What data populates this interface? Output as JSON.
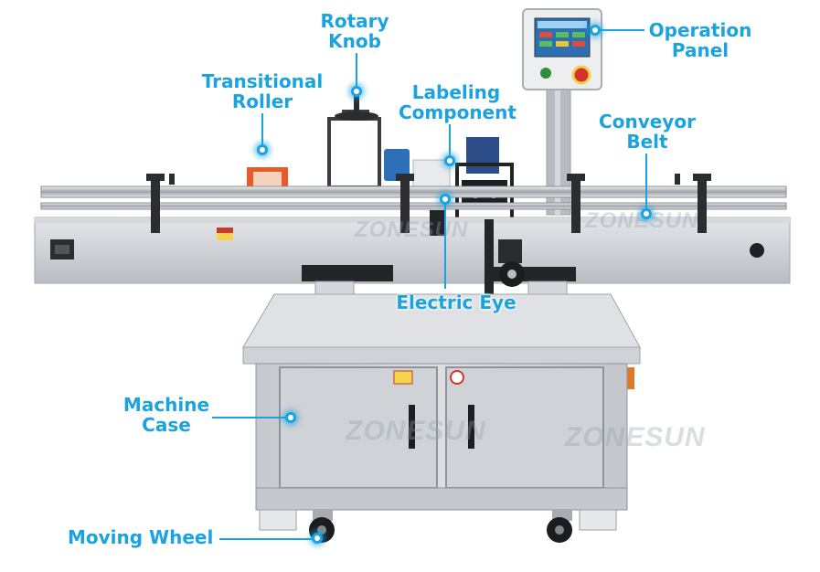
{
  "labels": {
    "rotary_knob": "Rotary\nKnob",
    "operation_panel": "Operation\nPanel",
    "transitional_roller": "Transitional\nRoller",
    "labeling_component": "Labeling\nComponent",
    "conveyor_belt": "Conveyor\nBelt",
    "electric_eye": "Electric Eye",
    "machine_case": "Machine\nCase",
    "moving_wheel": "Moving Wheel"
  },
  "watermark": "ZONESUN",
  "colors": {
    "accent": "#1aa3e0",
    "steel": "#c9ccd1",
    "dark_steel": "#8e939a"
  }
}
